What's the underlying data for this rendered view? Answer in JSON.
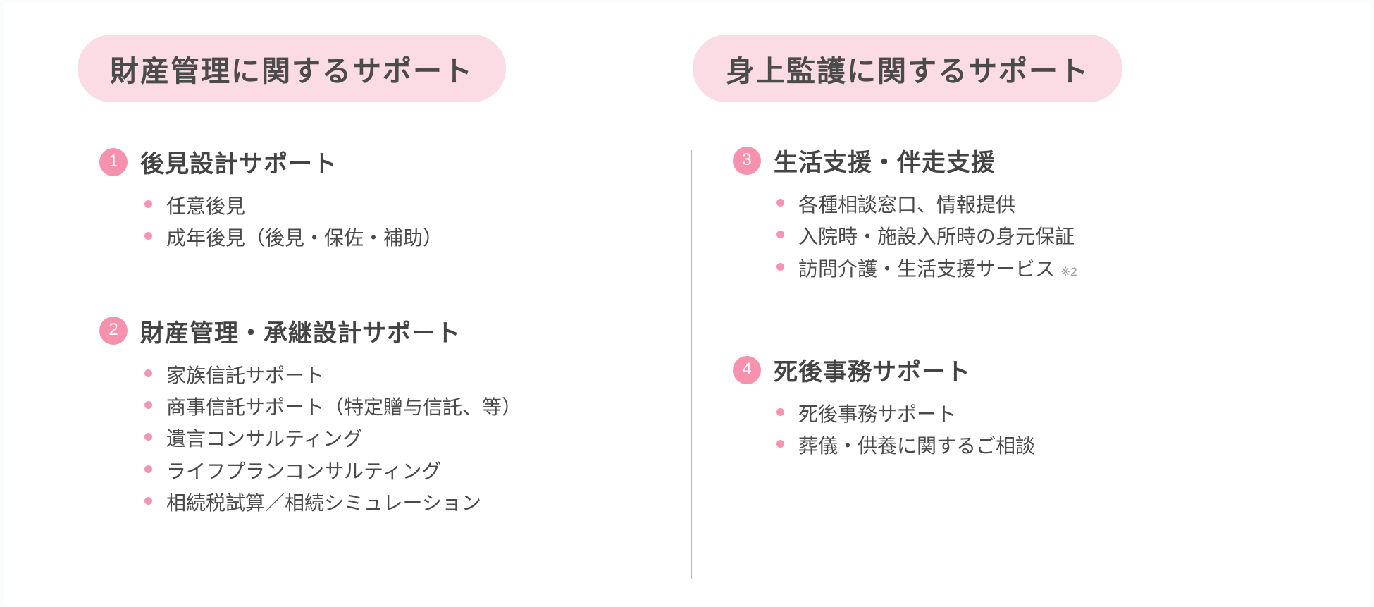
{
  "columns": [
    {
      "header": "財産管理に関するサポート",
      "sections": [
        {
          "number": "1",
          "title": "後見設計サポート",
          "items": [
            {
              "text": "任意後見",
              "note": ""
            },
            {
              "text": "成年後見（後見・保佐・補助）",
              "note": ""
            }
          ]
        },
        {
          "number": "2",
          "title": "財産管理・承継設計サポート",
          "items": [
            {
              "text": "家族信託サポート",
              "note": ""
            },
            {
              "text": "商事信託サポート（特定贈与信託、等）",
              "note": ""
            },
            {
              "text": "遺言コンサルティング",
              "note": ""
            },
            {
              "text": "ライフプランコンサルティング",
              "note": ""
            },
            {
              "text": "相続税試算／相続シミュレーション",
              "note": ""
            }
          ]
        }
      ]
    },
    {
      "header": "身上監護に関するサポート",
      "sections": [
        {
          "number": "3",
          "title": "生活支援・伴走支援",
          "items": [
            {
              "text": "各種相談窓口、情報提供",
              "note": ""
            },
            {
              "text": "入院時・施設入所時の身元保証",
              "note": ""
            },
            {
              "text": "訪問介護・生活支援サービス",
              "note": "※2"
            }
          ]
        },
        {
          "number": "4",
          "title": "死後事務サポート",
          "items": [
            {
              "text": "死後事務サポート",
              "note": ""
            },
            {
              "text": "葬儀・供養に関するご相談",
              "note": ""
            }
          ]
        }
      ]
    }
  ],
  "colors": {
    "pill_background": "#fbdce4",
    "badge_background": "#f691ae",
    "bullet_dot": "#f794b0",
    "text": "#4a4a4a",
    "divider": "#b9b9b9",
    "note_text": "#9a9a9a"
  }
}
